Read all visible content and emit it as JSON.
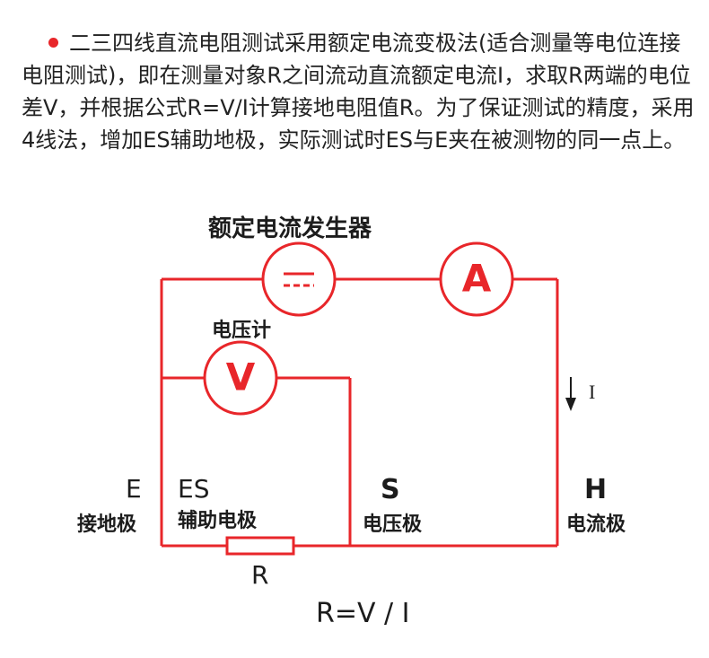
{
  "description": "二三四线直流电阻测试采用额定电流变极法(适合测量等电位连接电阻测试)，即在测量对象R之间流动直流额定电流I，求取R两端的电位差V，并根据公式R=V/I计算接地电阻值R。为了保证测试的精度，采用4线法，增加ES辅助地极，实际测试时ES与E夹在被测物的同一点上。",
  "diagram": {
    "generator_label": "额定电流发生器",
    "voltmeter_label": "电压计",
    "ammeter_symbol": "A",
    "voltmeter_symbol": "V",
    "current_label": "I",
    "e_letter": "E",
    "e_name": "接地极",
    "es_letter": "ES",
    "es_name": "辅助电极",
    "s_letter": "S",
    "s_name": "电压极",
    "h_letter": "H",
    "h_name": "电流极",
    "resistor_label": "R",
    "formula": "R=V / I",
    "colors": {
      "wire": "#e8262a",
      "text": "#1c1c1c"
    },
    "icons": [
      "dc-source-icon",
      "ammeter-icon",
      "voltmeter-icon",
      "current-arrow-icon",
      "resistor-icon"
    ]
  }
}
